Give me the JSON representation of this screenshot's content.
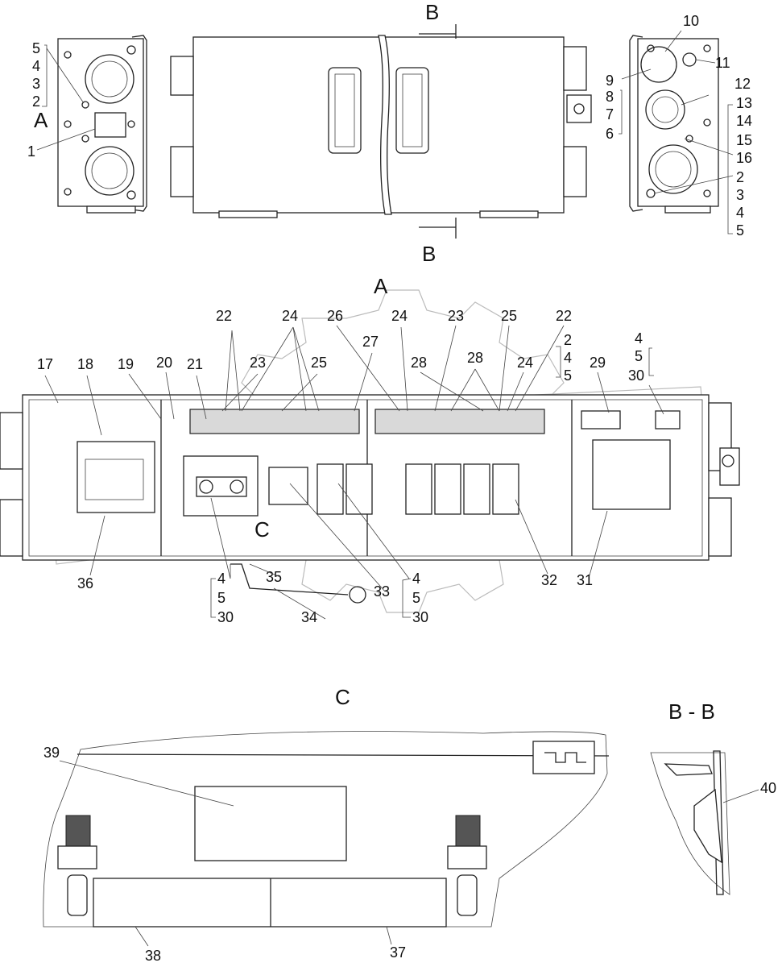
{
  "views": {
    "a": "A",
    "b_top": "B",
    "b_bottom": "B",
    "section_a": "A",
    "section_c": "C",
    "c_marker": "C",
    "section_bb": "B - B"
  },
  "callouts": {
    "left_end": [
      "5",
      "4",
      "3",
      "2",
      "1"
    ],
    "right_end": [
      "10",
      "11",
      "9",
      "8",
      "7",
      "6",
      "12",
      "13",
      "14",
      "15",
      "16",
      "2",
      "3",
      "4",
      "5"
    ],
    "view_a": [
      "22",
      "24",
      "26",
      "24",
      "23",
      "25",
      "22",
      "27",
      "23",
      "25",
      "28",
      "28",
      "24",
      "17",
      "18",
      "19",
      "20",
      "21",
      "2",
      "4",
      "5",
      "29",
      "4",
      "5",
      "30",
      "36",
      "4",
      "5",
      "30",
      "35",
      "34",
      "33",
      "4",
      "5",
      "30",
      "32",
      "31"
    ],
    "view_c": [
      "39",
      "38",
      "37"
    ],
    "view_bb": [
      "40"
    ]
  }
}
